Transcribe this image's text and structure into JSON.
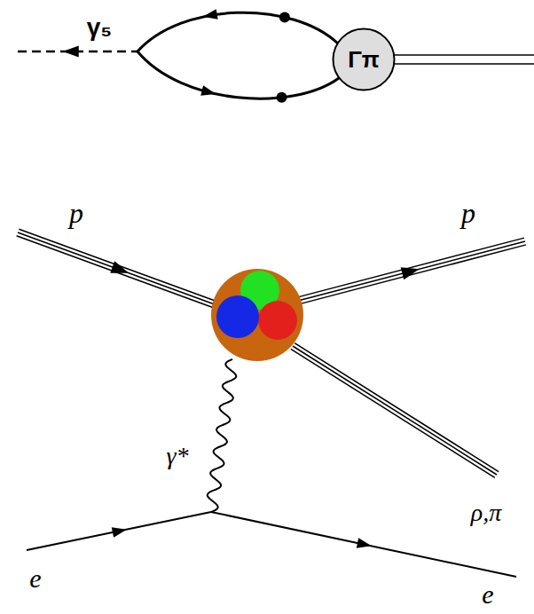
{
  "diagram": {
    "nodes": [
      {
        "text": [
          "Γπ"
        ]
      }
    ],
    "labels": [
      "γ₅",
      "p",
      "p",
      "γ*",
      "ρ,π",
      "e",
      "e"
    ]
  }
}
